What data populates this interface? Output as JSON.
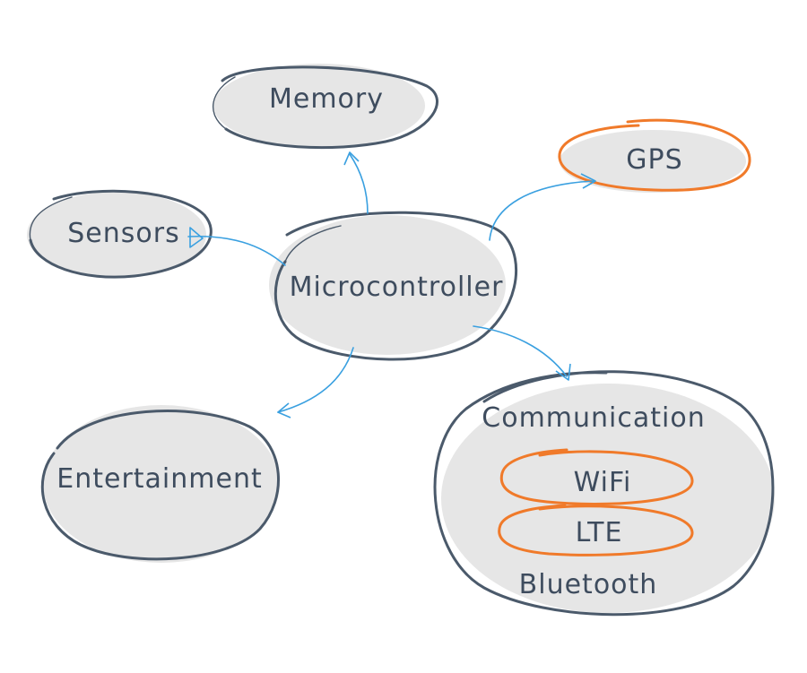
{
  "diagram": {
    "nodes": {
      "memory": {
        "label": "Memory"
      },
      "gps": {
        "label": "GPS"
      },
      "sensors": {
        "label": "Sensors"
      },
      "microcontroller": {
        "label": "Microcontroller"
      },
      "entertainment": {
        "label": "Entertainment"
      },
      "communication": {
        "label": "Communication"
      },
      "wifi": {
        "label": "WiFi"
      },
      "lte": {
        "label": "LTE"
      },
      "bluetooth": {
        "label": "Bluetooth"
      }
    },
    "edges": [
      {
        "from": "Microcontroller",
        "to": "Memory"
      },
      {
        "from": "Microcontroller",
        "to": "GPS"
      },
      {
        "from": "Microcontroller",
        "to": "Sensors"
      },
      {
        "from": "Microcontroller",
        "to": "Entertainment"
      },
      {
        "from": "Microcontroller",
        "to": "Communication"
      }
    ],
    "colors": {
      "node_fill": "#e6e6e6",
      "node_outline": "#4b5a6b",
      "highlight_outline": "#f07a2a",
      "edge": "#3aa0e0",
      "label_text": "#3e4c5e"
    }
  }
}
